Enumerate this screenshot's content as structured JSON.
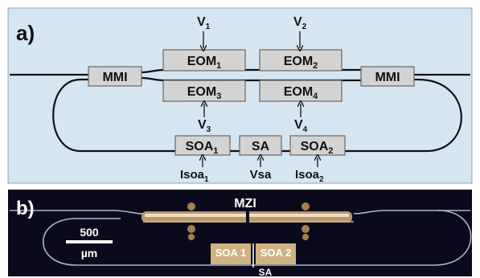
{
  "panel_a": {
    "label": "a)",
    "mmi_left": "MMI",
    "mmi_right": "MMI",
    "eom1": {
      "base": "EOM",
      "sub": "1"
    },
    "eom2": {
      "base": "EOM",
      "sub": "2"
    },
    "eom3": {
      "base": "EOM",
      "sub": "3"
    },
    "eom4": {
      "base": "EOM",
      "sub": "4"
    },
    "soa1": {
      "base": "SOA",
      "sub": "1"
    },
    "soa2": {
      "base": "SOA",
      "sub": "2"
    },
    "sa": "SA",
    "v1": {
      "base": "V",
      "sub": "1"
    },
    "v2": {
      "base": "V",
      "sub": "2"
    },
    "v3": {
      "base": "V",
      "sub": "3"
    },
    "v4": {
      "base": "V",
      "sub": "4"
    },
    "isoa1": {
      "base": "Isoa",
      "sub": "1"
    },
    "vsa": "Vsa",
    "isoa2": {
      "base": "Isoa",
      "sub": "2"
    },
    "colors": {
      "background": "#d6e5f2",
      "box_fill": "#d3d3d3",
      "box_stroke": "#666666",
      "waveguide": "#111111"
    }
  },
  "panel_b": {
    "label": "b)",
    "mzi": "MZI",
    "scale_value": "500",
    "scale_unit": "µm",
    "soa1": "SOA 1",
    "soa2": "SOA 2",
    "sa": "SA",
    "colors": {
      "background": "#0b0a1c",
      "electrode": "#d8b27a",
      "waveguide": "#b9c7dd"
    }
  }
}
